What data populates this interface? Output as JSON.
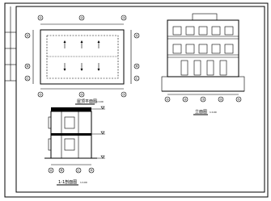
{
  "plan_view": {
    "title": "屋顶平面图",
    "scale": "1:100",
    "axes_top": [
      "①",
      "②",
      "③"
    ],
    "axes_bottom": [
      "①",
      "②",
      "③"
    ],
    "axes_left": [
      "Ⓐ",
      "Ⓑ",
      "Ⓒ"
    ],
    "axes_right": [
      "Ⓐ",
      "Ⓑ",
      "Ⓒ"
    ]
  },
  "elevation_view": {
    "title": "立面图",
    "scale": "1:100",
    "axes_bottom": [
      "①",
      "②",
      "③",
      "④",
      "⑤"
    ]
  },
  "section_view": {
    "title": "1-1剖面图",
    "scale": "1:100",
    "axes_bottom": [
      "Ⓐ",
      "Ⓑ",
      "Ⓒ",
      "Ⓓ"
    ]
  }
}
